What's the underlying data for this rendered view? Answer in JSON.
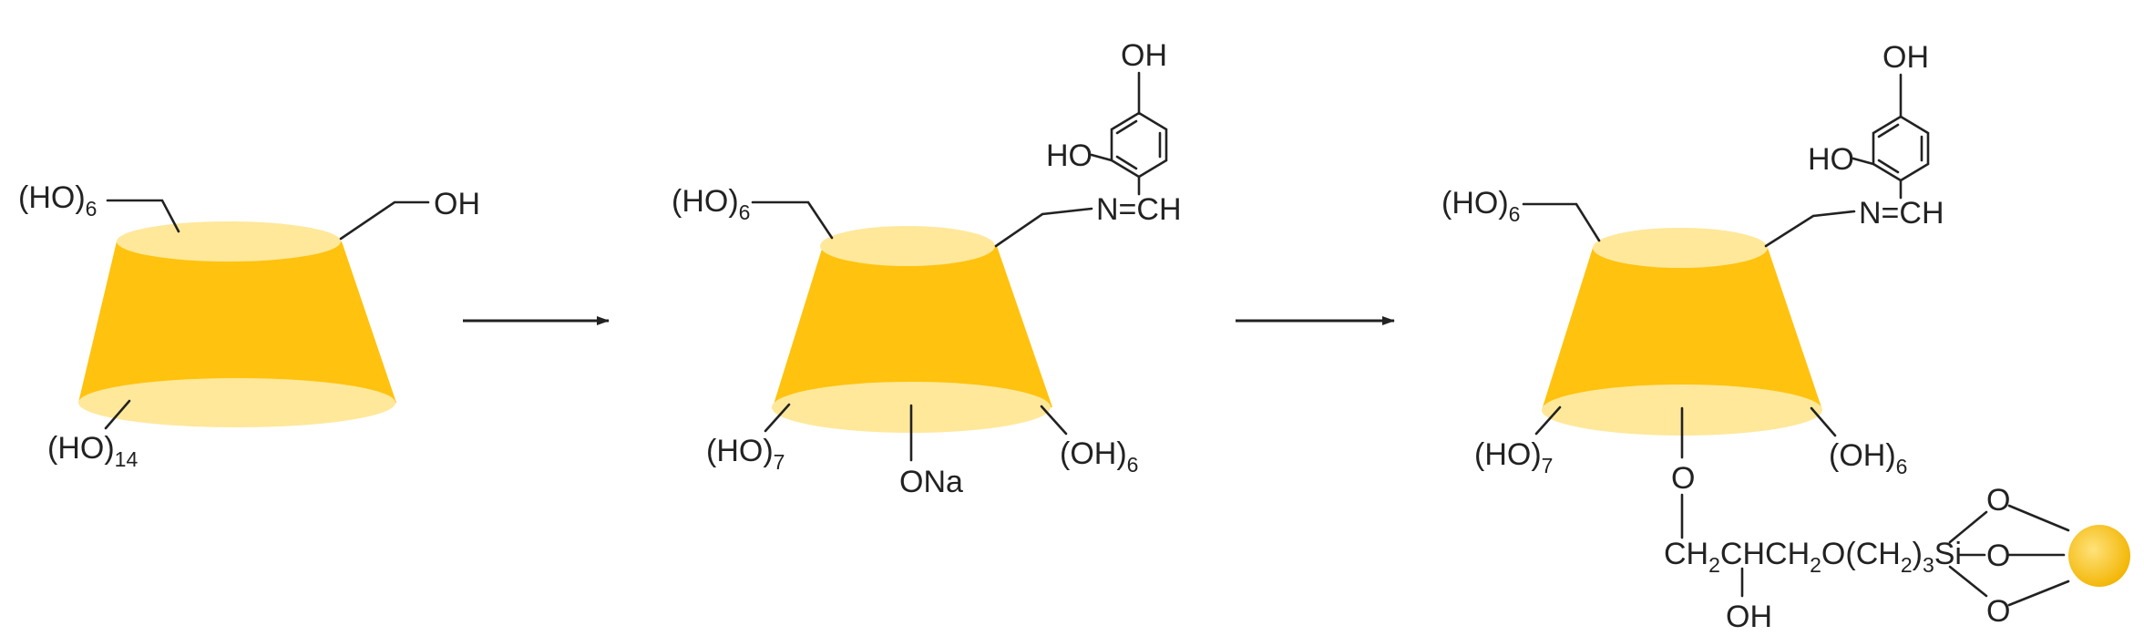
{
  "colors": {
    "cone_body": "#FFC20E",
    "cone_face": "#FFE89A",
    "bead_core": "#FFCC33",
    "bead_rim": "#E0A800",
    "ink": "#222222"
  },
  "panel1": {
    "top_left": {
      "main": "(HO)",
      "sub": "6"
    },
    "top_right": "OH",
    "bottom_left": {
      "main": "(HO)",
      "sub": "14"
    }
  },
  "panel2": {
    "top_left": {
      "main": "(HO)",
      "sub": "6"
    },
    "aromatic_oh_top": "OH",
    "aromatic_ho": "HO",
    "imine": "N=CH",
    "bottom_left": {
      "main": "(HO)",
      "sub": "7"
    },
    "bottom_mid": "ONa",
    "bottom_right": {
      "main": "(OH)",
      "sub": "6"
    }
  },
  "panel3": {
    "top_left": {
      "main": "(HO)",
      "sub": "6"
    },
    "aromatic_oh_top": "OH",
    "aromatic_ho": "HO",
    "imine": "N=CH",
    "bottom_left": {
      "main": "(HO)",
      "sub": "7"
    },
    "bottom_right": {
      "main": "(OH)",
      "sub": "6"
    },
    "ether_o": "O",
    "chain": {
      "p1": "CH",
      "s1": "2",
      "p2": "CHCH",
      "s2": "2",
      "p3": "O(CH",
      "s3": "2",
      "p4": ")",
      "s4": "3",
      "p5": "Si"
    },
    "chain_oh": "OH",
    "si_o_1": "O",
    "si_o_2": "O",
    "si_o_3": "O"
  },
  "arrows": [
    "reaction-arrow-1",
    "reaction-arrow-2"
  ]
}
